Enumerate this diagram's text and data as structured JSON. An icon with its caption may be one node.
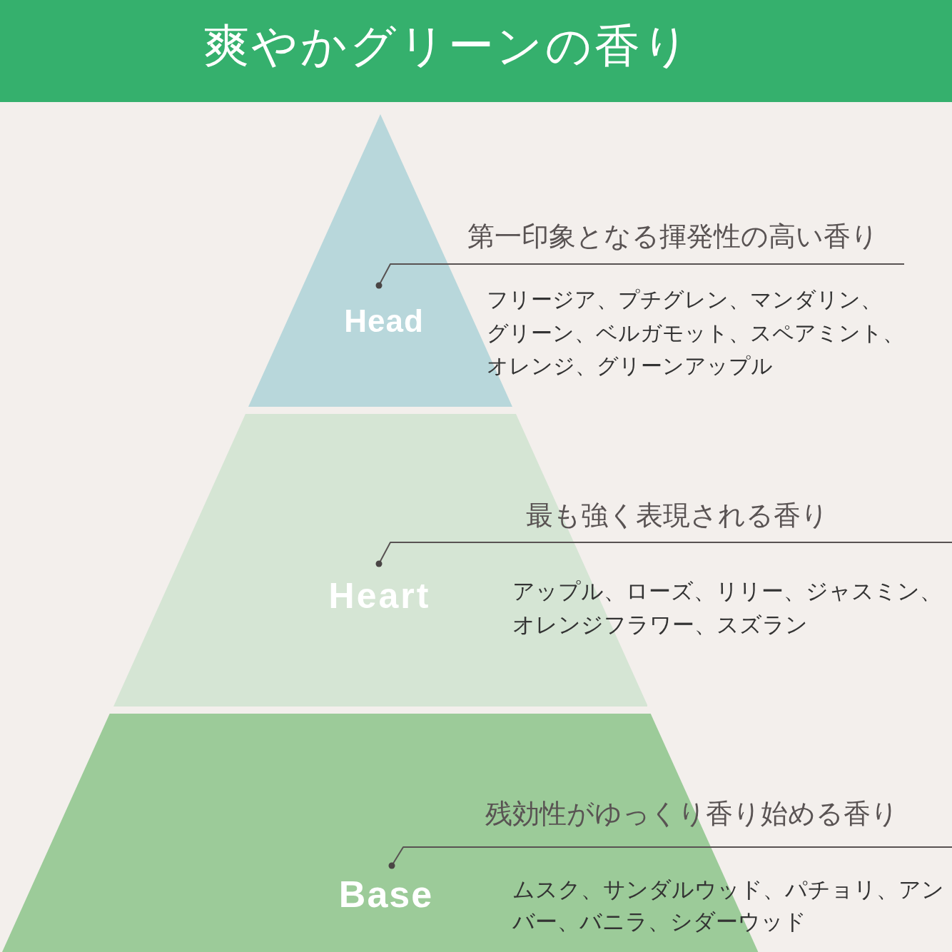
{
  "diagram": {
    "title": "爽やかグリーンの香り",
    "nodes": [
      {
        "text": [
          "Head"
        ]
      },
      {
        "text": [
          "Heart"
        ]
      },
      {
        "text": [
          "Base"
        ]
      },
      {
        "text": [
          "第一印象となる揮発性の高い香り",
          "フリージア、プチグレン、マンダリン、グリーン、ベルガモット、スペアミント、オレンジ、グリーンアップル"
        ]
      },
      {
        "text": [
          "最も強く表現される香り",
          "アップル、ローズ、リリー、ジャスミン、オレンジフラワー、スズラン"
        ]
      },
      {
        "text": [
          "残効性がゆっくり香り始める香り",
          "ムスク、サンダルウッド、パチョリ、アンバー、バニラ、シダーウッド"
        ]
      }
    ],
    "edges": [
      {
        "from": 3,
        "to": 0,
        "arrow": "other"
      },
      {
        "from": 4,
        "to": 1,
        "arrow": "other"
      },
      {
        "from": 5,
        "to": 2,
        "arrow": "other"
      }
    ]
  }
}
